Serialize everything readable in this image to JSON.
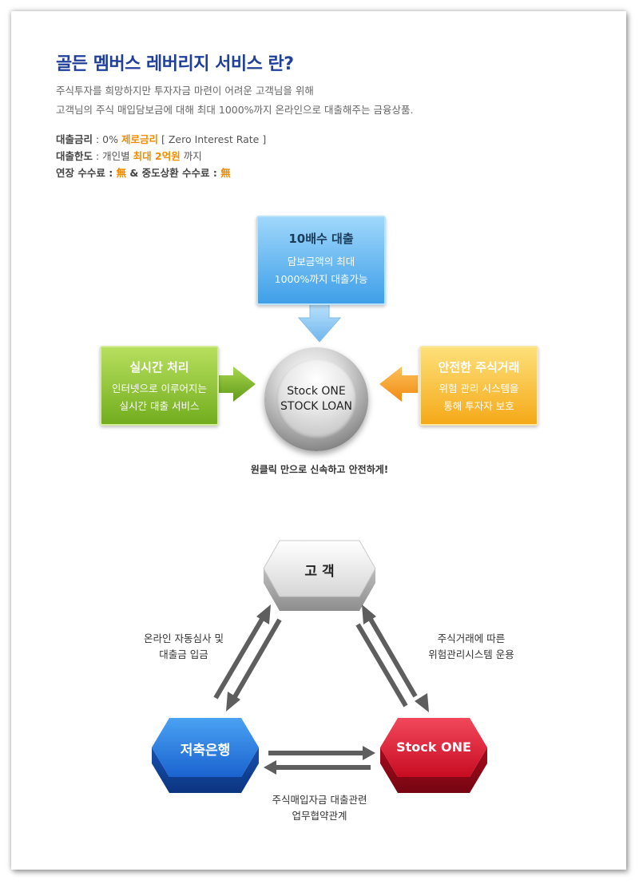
{
  "title": "골든 멤버스 레버리지 서비스 란?",
  "intro": {
    "line1": "주식투자를 희망하지만 투자자금 마련이 어려운 고객님을 위해",
    "line2": "고객님의 주식 매입담보금에 대해 최대 1000%까지 온라인으로 대출해주는 금융상품."
  },
  "facts": {
    "rate_label": "대출금리",
    "rate_value_prefix": " : 0% ",
    "rate_highlight": "제로금리",
    "rate_suffix": " [ Zero Interest Rate ]",
    "limit_label": "대출한도",
    "limit_prefix": " : 개인별 ",
    "limit_highlight": "최대 2억원",
    "limit_suffix": " 까지",
    "fee_label": "연장 수수료 : ",
    "fee_value": "無",
    "fee_mid": " & 중도상환 수수료 : ",
    "fee_value2": "無"
  },
  "diagram1": {
    "top": {
      "heading": "10배수 대출",
      "line1": "담보금액의 최대",
      "line2": "1000%까지 대출가능"
    },
    "left": {
      "heading": "실시간 처리",
      "line1": "인터넷으로 이루어지는",
      "line2": "실시간 대출 서비스"
    },
    "right": {
      "heading": "안전한 주식거래",
      "line1": "위험 관리 시스템을",
      "line2": "통해 투자자 보호"
    },
    "center": {
      "line1": "Stock ONE",
      "line2": "STOCK LOAN"
    },
    "caption": "원클릭 만으로 신속하고 안전하게!"
  },
  "diagram2": {
    "customer": "고 객",
    "bank": "저축은행",
    "stockone": "Stock ONE",
    "left_label": {
      "line1": "온라인 자동심사 및",
      "line2": "대출금 입금"
    },
    "right_label": {
      "line1": "주식거래에 따른",
      "line2": "위험관리시스템 운용"
    },
    "bottom_label": {
      "line1": "주식매입자금 대출관련",
      "line2": "업무협약관계"
    }
  },
  "colors": {
    "title": "#1f3f9a",
    "highlight": "#f08c00",
    "blue_box": "#3e9fe8",
    "green_box": "#72ad1e",
    "orange_box": "#f5a918",
    "bank_hex": "#1f6fd8",
    "stockone_hex": "#d8102a",
    "customer_hex": "#cfcfcf"
  }
}
